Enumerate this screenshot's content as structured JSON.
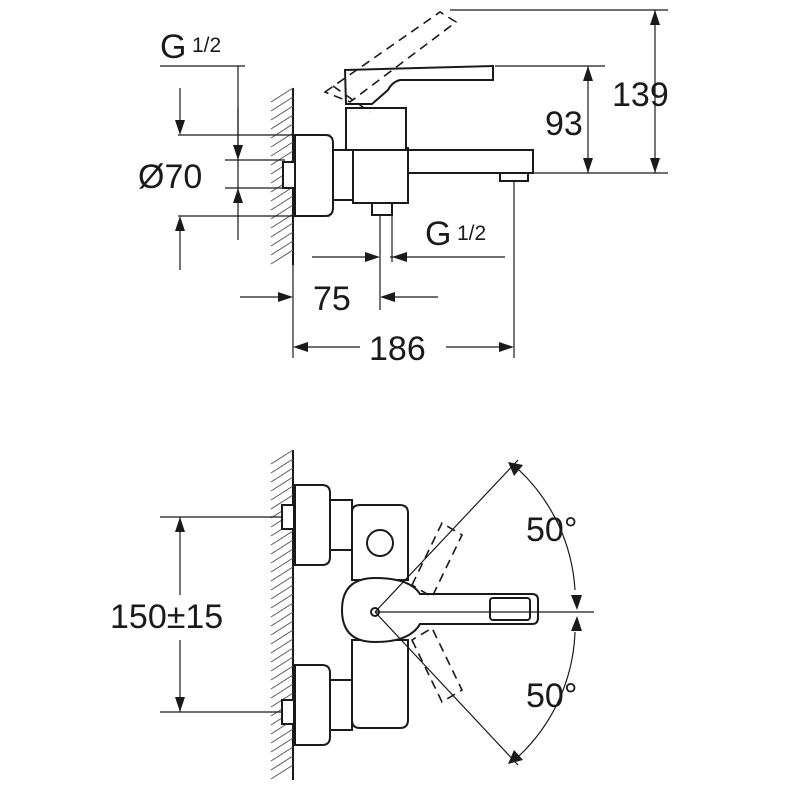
{
  "dimensions": {
    "thread_top_left": {
      "main": "G",
      "fraction": "1/2"
    },
    "diameter": "Ø70",
    "thread_bottom": {
      "main": "G",
      "fraction": "1/2"
    },
    "height_93": "93",
    "height_139": "139",
    "width_75": "75",
    "width_186": "186",
    "spacing": "150±15",
    "angle_up": "50°",
    "angle_down": "50°"
  }
}
